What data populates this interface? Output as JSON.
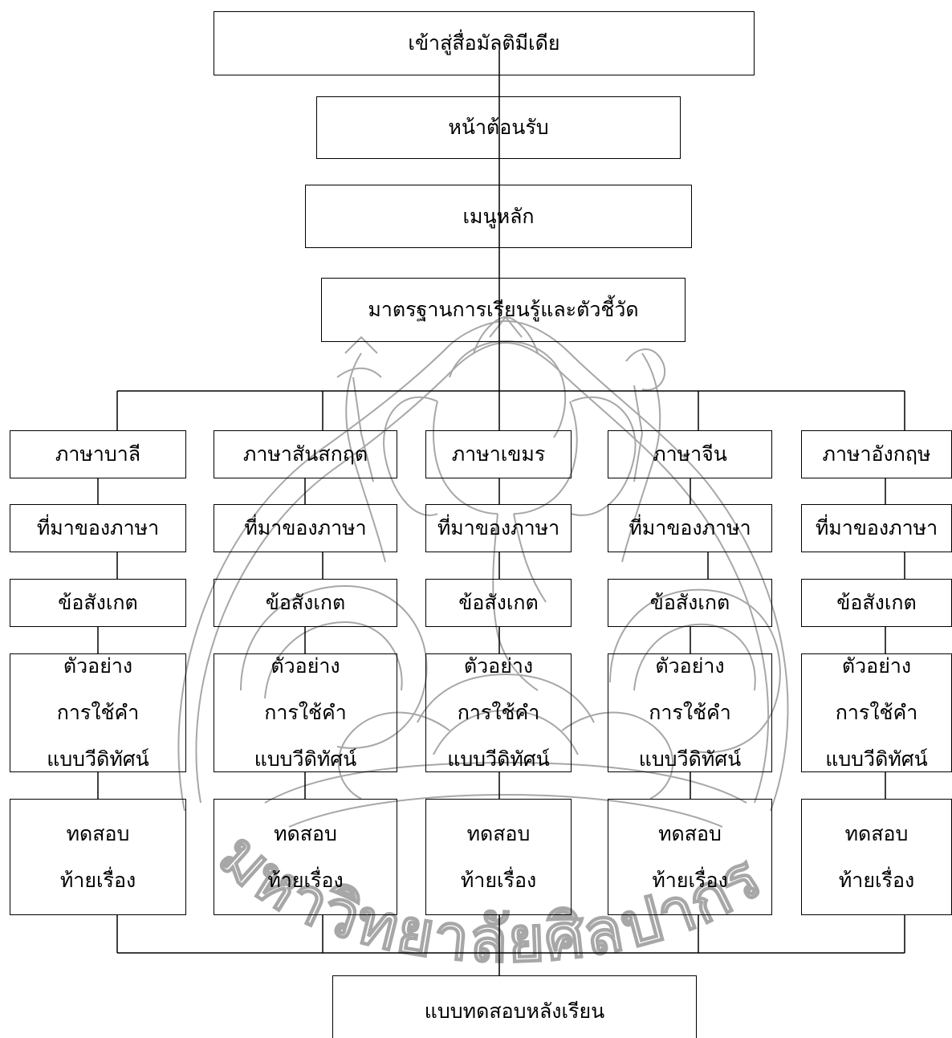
{
  "top_flow": [
    "เข้าสู่สื่อมัลติมีเดีย",
    "หน้าต้อนรับ",
    "เมนูหลัก",
    "มาตรฐานการเรียนรู้และตัวชี้วัด"
  ],
  "columns": [
    {
      "language": "ภาษาบาลี",
      "origin": "ที่มาของภาษา",
      "observation": "ข้อสังเกต",
      "example_lines": [
        "ตัวอย่าง",
        "การใช้คำ",
        "แบบวีดิทัศน์"
      ],
      "test_lines": [
        "ทดสอบ",
        "ท้ายเรื่อง"
      ]
    },
    {
      "language": "ภาษาสันสกฤต",
      "origin": "ที่มาของภาษา",
      "observation": "ข้อสังเกต",
      "example_lines": [
        "ตัวอย่าง",
        "การใช้คำ",
        "แบบวีดิทัศน์"
      ],
      "test_lines": [
        "ทดสอบ",
        "ท้ายเรื่อง"
      ]
    },
    {
      "language": "ภาษาเขมร",
      "origin": "ที่มาของภาษา",
      "observation": "ข้อสังเกต",
      "example_lines": [
        "ตัวอย่าง",
        "การใช้คำ",
        "แบบวีดิทัศน์"
      ],
      "test_lines": [
        "ทดสอบ",
        "ท้ายเรื่อง"
      ]
    },
    {
      "language": "ภาษาจีน",
      "origin": "ที่มาของภาษา",
      "observation": "ข้อสังเกต",
      "example_lines": [
        "ตัวอย่าง",
        "การใช้คำ",
        "แบบวีดิทัศน์"
      ],
      "test_lines": [
        "ทดสอบ",
        "ท้ายเรื่อง"
      ]
    },
    {
      "language": "ภาษาอังกฤษ",
      "origin": "ที่มาของภาษา",
      "observation": "ข้อสังเกต",
      "example_lines": [
        "ตัวอย่าง",
        "การใช้คำ",
        "แบบวีดิทัศน์"
      ],
      "test_lines": [
        "ทดสอบ",
        "ท้ายเรื่อง"
      ]
    }
  ],
  "final_step": "แบบทดสอบหลังเรียน",
  "watermark": {
    "seal_text": "มหาวิทยาลัยศิลปากร",
    "color": "#8a8a8a"
  },
  "colors": {
    "line": "#000000",
    "text": "#000000",
    "background": "#ffffff"
  }
}
